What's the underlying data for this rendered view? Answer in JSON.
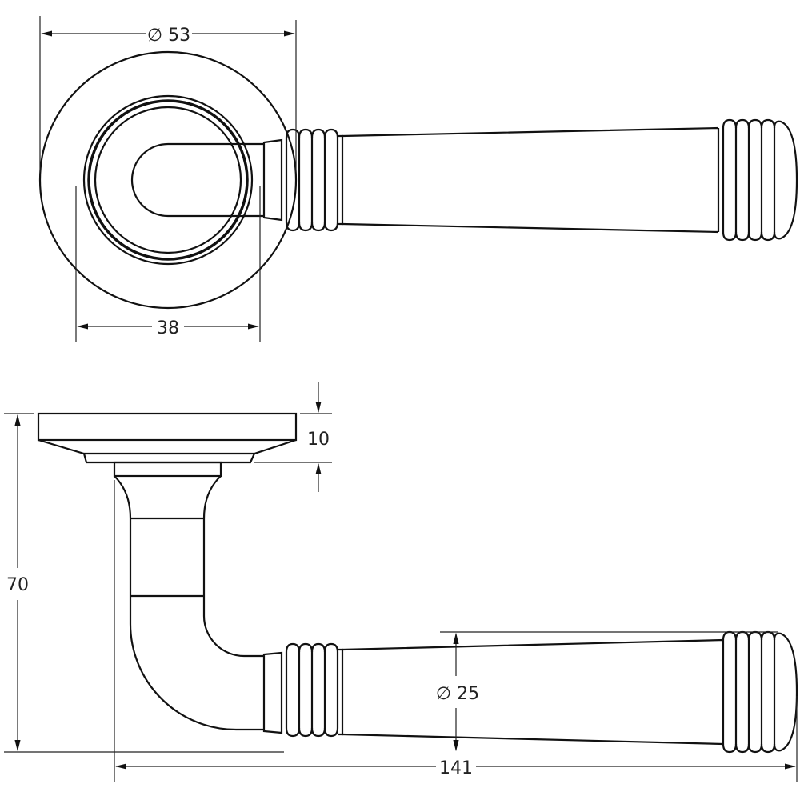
{
  "dimensions": {
    "rose_diameter": "∅ 53",
    "neck_spacing": "38",
    "rose_thickness": "10",
    "overall_height": "70",
    "grip_diameter": "∅ 25",
    "overall_length": "141"
  },
  "colors": {
    "line": "#111111",
    "background": "#ffffff"
  }
}
